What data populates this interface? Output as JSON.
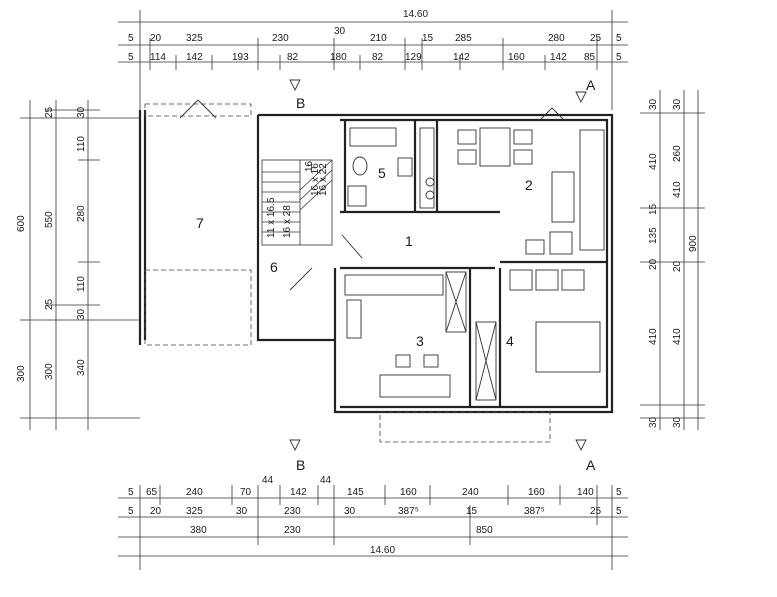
{
  "plan": {
    "rooms": [
      "1",
      "2",
      "3",
      "4",
      "5",
      "6",
      "7"
    ],
    "section_markers": [
      "B",
      "B",
      "A",
      "A"
    ],
    "stairs": {
      "upper_labels": [
        "16",
        "16 x 16",
        "16 x 22"
      ],
      "lower_labels": [
        "11 x 16.5",
        "16 x 28"
      ]
    }
  },
  "dimensions": {
    "top": {
      "overall": "14.60",
      "row1": [
        "5",
        "20",
        "325",
        "230",
        "30",
        "210",
        "15",
        "285",
        "280",
        "25",
        "5"
      ],
      "row2": [
        "5",
        "114",
        "142",
        "193",
        "82",
        "180",
        "82",
        "129",
        "142",
        "160",
        "142",
        "85",
        "5"
      ]
    },
    "bottom": {
      "row1": [
        "5",
        "65",
        "240",
        "70",
        "44",
        "142",
        "44",
        "145",
        "160",
        "240",
        "160",
        "140",
        "5"
      ],
      "row2": [
        "5",
        "20",
        "325",
        "30",
        "230",
        "30",
        "387⁵",
        "15",
        "387⁵",
        "25",
        "5"
      ],
      "row3": [
        "380",
        "230",
        "850"
      ],
      "overall": "14.60"
    },
    "left": {
      "outer": [
        "600",
        "300"
      ],
      "middle": [
        "25",
        "550",
        "25",
        "300"
      ],
      "inner": [
        "30",
        "110",
        "280",
        "110",
        "30",
        "340"
      ]
    },
    "right": {
      "outer": [
        "900"
      ],
      "middle": [
        "30",
        "410",
        "15",
        "135",
        "20",
        "410",
        "30"
      ],
      "inner": [
        "30",
        "260",
        "410",
        "20",
        "410",
        "30"
      ]
    }
  },
  "colors": {
    "line": "#222222",
    "background": "#ffffff"
  }
}
